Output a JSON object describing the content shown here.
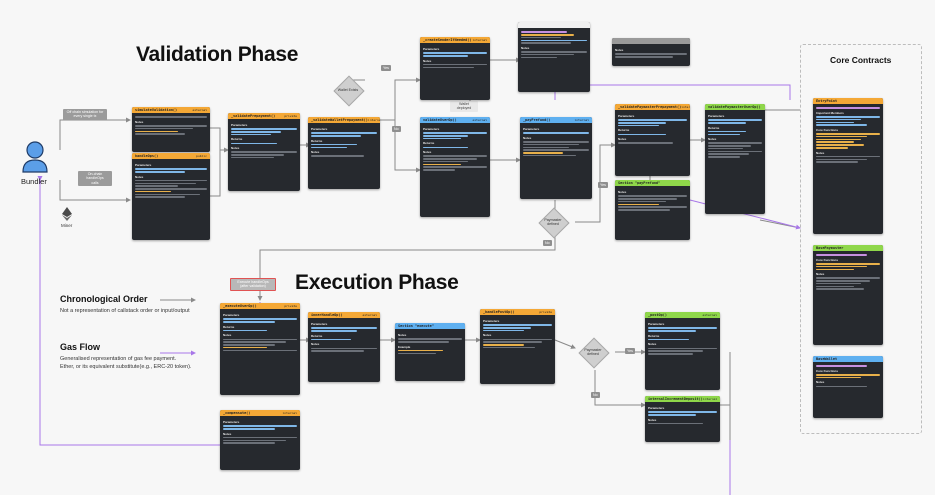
{
  "phases": {
    "validation": "Validation Phase",
    "execution": "Execution Phase"
  },
  "actors": {
    "bundler": "Bundler",
    "miner": "Miner"
  },
  "legend": {
    "chrono_title": "Chronological Order",
    "chrono_desc": "Not a representation of callstack order or input/output",
    "gas_title": "Gas Flow",
    "gas_desc_1": "Generalised representation of gas fee payment.",
    "gas_desc_2": "Ether, or its equivalent substitute(e.g., ERC-20 token)."
  },
  "core": {
    "title": "Core Contracts"
  },
  "labels": {
    "off_chain": "Off chain simulation for\nevery single tx",
    "on_chain": "On-chain handleOps\ncalls",
    "exec_pre": "Execute handleOps\n(after validation)",
    "yes": "Yes",
    "no": "No",
    "wallet_deployed": "Wallet deployed",
    "has_paymaster_1": "Paymaster\ndefined",
    "has_paymaster_2": "Paymaster\ndefined",
    "wallet_exists": "Wallet Exists"
  },
  "accent": {
    "orange": "#f4a836",
    "green": "#8fd74a",
    "blue": "#5fb0f0",
    "purple": "#a877e8",
    "gray": "#9a9a9a"
  }
}
